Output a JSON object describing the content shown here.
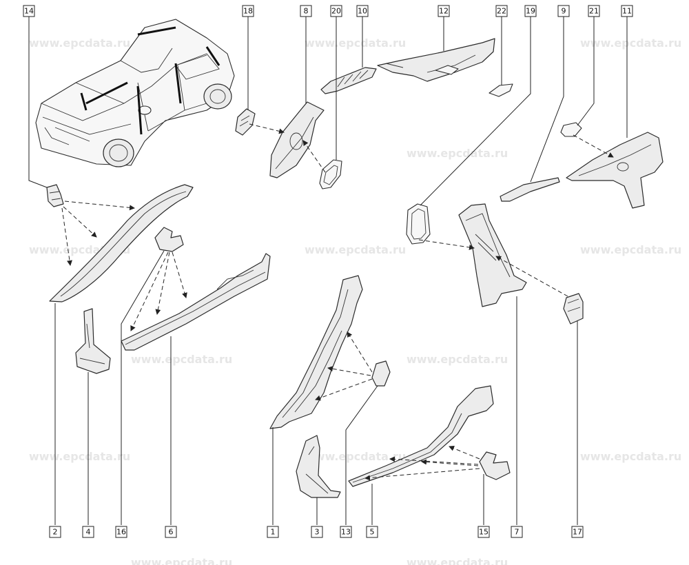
{
  "watermark": "www.epcdata.ru",
  "callouts_top": [
    "14",
    "18",
    "8",
    "20",
    "10",
    "12",
    "22",
    "19",
    "9",
    "21",
    "11"
  ],
  "callouts_bottom": [
    "2",
    "4",
    "16",
    "6",
    "1",
    "3",
    "13",
    "5",
    "15",
    "7",
    "17"
  ],
  "colors": {
    "line": "#2a2a2a",
    "part_fill": "#ececec",
    "watermark": "#e6e6e6"
  }
}
